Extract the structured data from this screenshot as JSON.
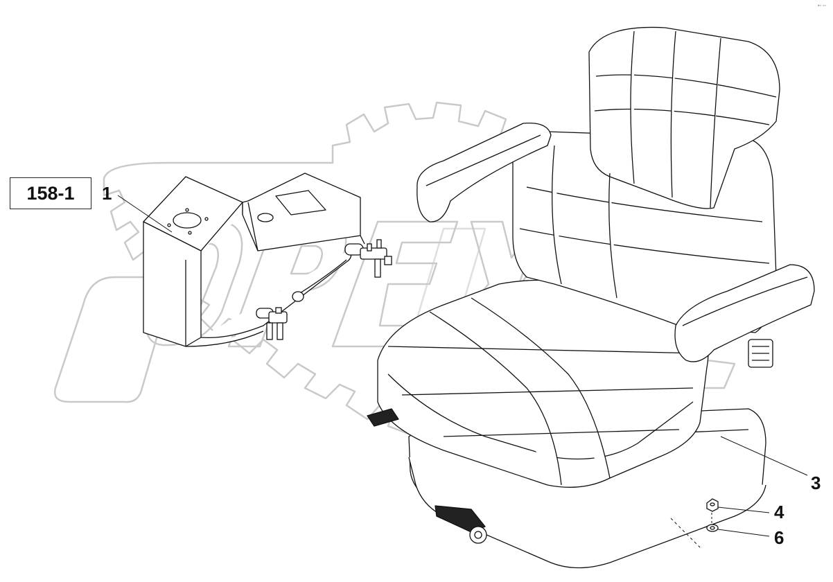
{
  "reference": {
    "label": "158-1"
  },
  "callouts": [
    {
      "id": "c1",
      "label": "1"
    },
    {
      "id": "c3",
      "label": "3"
    },
    {
      "id": "c4",
      "label": "4"
    },
    {
      "id": "c6",
      "label": "6"
    }
  ],
  "watermark": {
    "text": "OPEX"
  },
  "colors": {
    "line": "#111111",
    "watermark": "#c8c8c8",
    "background": "#ffffff"
  }
}
